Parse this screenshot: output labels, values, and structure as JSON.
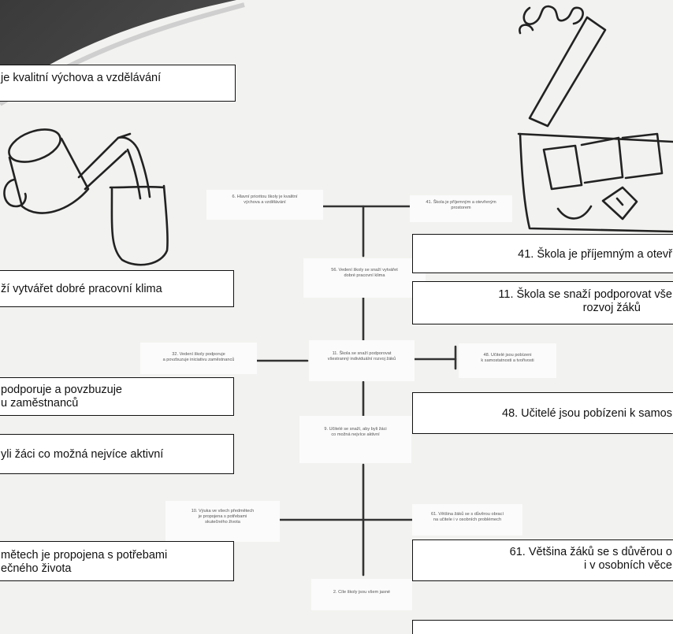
{
  "colors": {
    "paper": "#f2f2f0",
    "shadow": "#6a6a6a",
    "marker": "#333333",
    "callout_bg": "#ffffff",
    "callout_border": "#111111"
  },
  "callouts": {
    "c1": {
      "lines": [
        "je kvalitní výchova a vzdělávání"
      ]
    },
    "c2": {
      "lines": [
        "ží vytvářet dobré pracovní klima"
      ]
    },
    "c3": {
      "lines": [
        " podporuje a povzbuzuje",
        "u zaměstnanců"
      ]
    },
    "c4": {
      "lines": [
        "yli žáci co možná nejvíce aktivní"
      ]
    },
    "c5": {
      "lines": [
        "mětech je propojena s potřebami",
        "ečného života"
      ]
    },
    "r1": {
      "lines": [
        "41. Škola je příjemným a otevř"
      ]
    },
    "r2": {
      "lines": [
        "11. Škola se snaží podporovat vše",
        "rozvoj žáků"
      ]
    },
    "r3": {
      "lines": [
        "48. Učitelé jsou pobízeni k samos"
      ]
    },
    "r4": {
      "lines": [
        "61. Většina žáků se s důvěrou o",
        "i v osobních věce"
      ]
    },
    "r5": {
      "lines": [
        ""
      ]
    }
  },
  "notes": {
    "n6": {
      "lines": [
        "6. Hlavní prioritou školy je kvalitní",
        "výchova a vzdělávání"
      ]
    },
    "n41": {
      "lines": [
        "41. Škola je příjemným a otevřeným",
        "prostorem"
      ]
    },
    "n56": {
      "lines": [
        "56. Vedení školy se snaží vytvářet",
        "dobré pracovní klima"
      ]
    },
    "n32": {
      "lines": [
        "32. Vedení školy podporuje",
        "a povzbuzuje iniciativu zaměstnanců"
      ]
    },
    "n11": {
      "lines": [
        "11. Škola se snaží podporovat",
        "všestranný individuální rozvoj žáků"
      ]
    },
    "n48": {
      "lines": [
        "48. Učitelé jsou pobízeni",
        "k samostatnosti a tvořivosti"
      ]
    },
    "n9": {
      "lines": [
        "9. Učitelé se snaží, aby byli žáci",
        "co možná nejvíce aktivní"
      ]
    },
    "n10": {
      "lines": [
        "10. Výuka ve všech předmětech",
        "je propojena s potřebami",
        "skutečného života"
      ]
    },
    "n61": {
      "lines": [
        "61. Většina žáků se s důvěrou obrací",
        "na učitele i v osobních problémech"
      ]
    },
    "n2": {
      "lines": [
        "2. Cíle školy jsou všem jasné"
      ]
    }
  },
  "icons": {
    "jug": "watering-jug-icon",
    "basket": "basket-icon"
  }
}
